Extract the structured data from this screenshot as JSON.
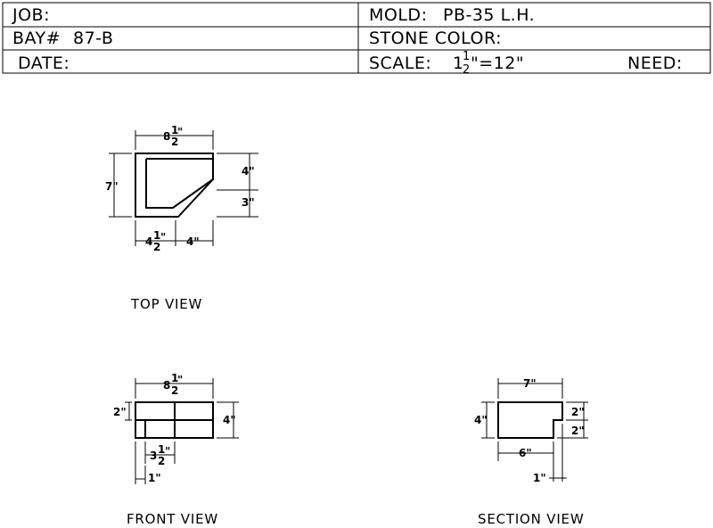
{
  "title_block": {
    "job_label": "JOB:",
    "mold_label": "MOLD:",
    "mold_value": "PB-35 L.H.",
    "bay_label": "BAY#",
    "bay_value": "87-B",
    "stone_color_label": "STONE COLOR:",
    "date_label": "DATE:",
    "scale_label": "SCALE:",
    "scale_whole": "1",
    "scale_num": "1",
    "scale_den": "2",
    "scale_rest": "\"=12\"",
    "need_label": "NEED:"
  },
  "top_view": {
    "caption": "TOP VIEW",
    "width_whole": "8",
    "width_num": "1",
    "width_den": "2",
    "width_inch": "\"",
    "depth": "7\"",
    "right_upper": "4\"",
    "right_lower": "3\"",
    "bottom_left_whole": "4",
    "bottom_left_num": "1",
    "bottom_left_den": "2",
    "bottom_left_inch": "\"",
    "bottom_right": "4\""
  },
  "front_view": {
    "caption": "FRONT VIEW",
    "width_whole": "8",
    "width_num": "1",
    "width_den": "2",
    "width_inch": "\"",
    "left_height": "2\"",
    "right_height": "4\"",
    "half_whole": "3",
    "half_num": "1",
    "half_den": "2",
    "half_inch": "\"",
    "offset": "1\""
  },
  "section_view": {
    "caption": "SECTION VIEW",
    "top_width": "7\"",
    "left_height": "4\"",
    "right_upper": "2\"",
    "right_lower": "2\"",
    "bottom_width": "6\"",
    "notch": "1\""
  }
}
